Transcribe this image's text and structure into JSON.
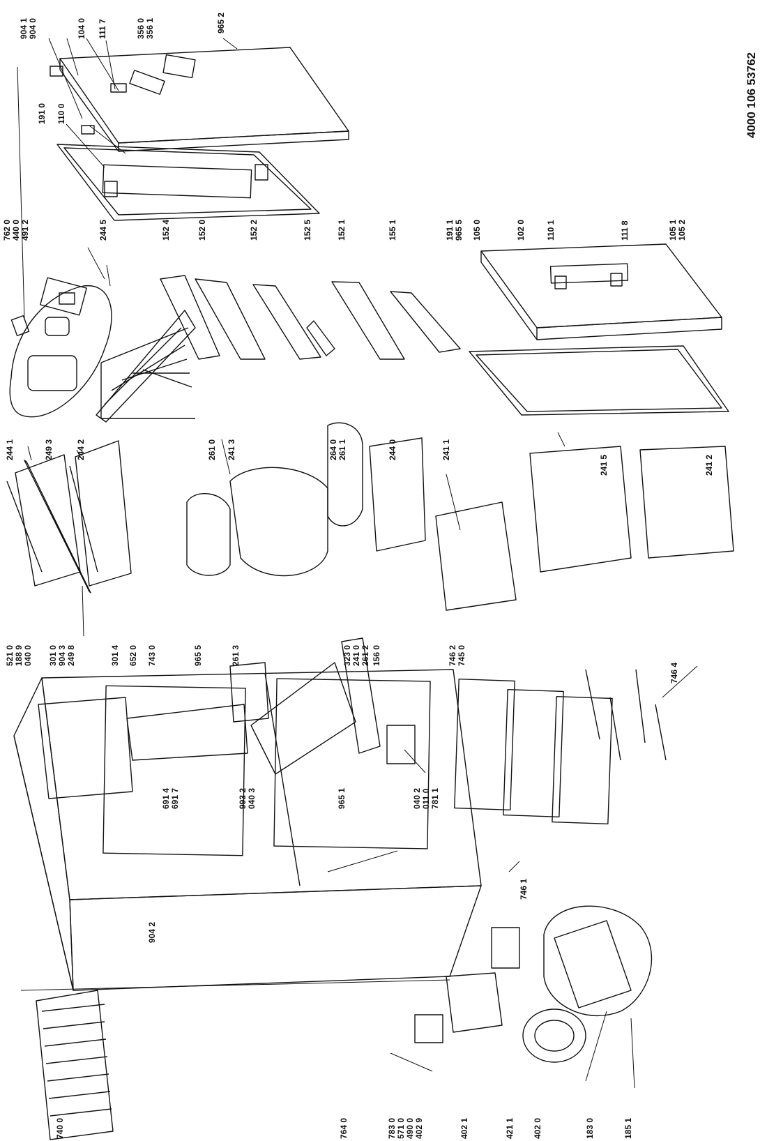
{
  "drawing_code": "4000 106 53762",
  "parts": [
    {
      "id": "p1",
      "code": "904 1"
    },
    {
      "id": "p2",
      "code": "904 0"
    },
    {
      "id": "p3",
      "code": "104 0"
    },
    {
      "id": "p4",
      "code": "111 7"
    },
    {
      "id": "p5",
      "code": "356 0"
    },
    {
      "id": "p6",
      "code": "356 1"
    },
    {
      "id": "p7",
      "code": "965 2"
    },
    {
      "id": "p8",
      "code": "191 0"
    },
    {
      "id": "p9",
      "code": "110 0"
    },
    {
      "id": "p10",
      "code": "762 0"
    },
    {
      "id": "p11",
      "code": "440 0"
    },
    {
      "id": "p12",
      "code": "491 2"
    },
    {
      "id": "p13",
      "code": "244 5"
    },
    {
      "id": "p14",
      "code": "152 4"
    },
    {
      "id": "p15",
      "code": "152 0"
    },
    {
      "id": "p16",
      "code": "152 2"
    },
    {
      "id": "p17",
      "code": "152 5"
    },
    {
      "id": "p18",
      "code": "152 1"
    },
    {
      "id": "p19",
      "code": "155 1"
    },
    {
      "id": "p20",
      "code": "191 1"
    },
    {
      "id": "p21",
      "code": "965 5"
    },
    {
      "id": "p22",
      "code": "105 0"
    },
    {
      "id": "p23",
      "code": "102 0"
    },
    {
      "id": "p24",
      "code": "110 1"
    },
    {
      "id": "p25",
      "code": "111 8"
    },
    {
      "id": "p26",
      "code": "105 1"
    },
    {
      "id": "p27",
      "code": "105 2"
    },
    {
      "id": "p28",
      "code": "244 1"
    },
    {
      "id": "p29",
      "code": "249 3"
    },
    {
      "id": "p30",
      "code": "244 2"
    },
    {
      "id": "p31",
      "code": "261 0"
    },
    {
      "id": "p32",
      "code": "241 3"
    },
    {
      "id": "p33",
      "code": "264 0"
    },
    {
      "id": "p34",
      "code": "261 1"
    },
    {
      "id": "p35",
      "code": "244 0"
    },
    {
      "id": "p36",
      "code": "241 1"
    },
    {
      "id": "p37",
      "code": "241 5"
    },
    {
      "id": "p38",
      "code": "241 2"
    },
    {
      "id": "p39",
      "code": "521 0"
    },
    {
      "id": "p40",
      "code": "188 9"
    },
    {
      "id": "p41",
      "code": "040 0"
    },
    {
      "id": "p42",
      "code": "301 0"
    },
    {
      "id": "p43",
      "code": "904 3"
    },
    {
      "id": "p44",
      "code": "249 8"
    },
    {
      "id": "p45",
      "code": "301 4"
    },
    {
      "id": "p46",
      "code": "652 0"
    },
    {
      "id": "p47",
      "code": "743 0"
    },
    {
      "id": "p48",
      "code": "965 5"
    },
    {
      "id": "p49",
      "code": "261 3"
    },
    {
      "id": "p50",
      "code": "323 0"
    },
    {
      "id": "p51",
      "code": "241 0"
    },
    {
      "id": "p52",
      "code": "261 2"
    },
    {
      "id": "p53",
      "code": "156 0"
    },
    {
      "id": "p54",
      "code": "746 2"
    },
    {
      "id": "p55",
      "code": "745 0"
    },
    {
      "id": "p56",
      "code": "746 4"
    },
    {
      "id": "p57",
      "code": "691 4"
    },
    {
      "id": "p58",
      "code": "691 7"
    },
    {
      "id": "p59",
      "code": "993 2"
    },
    {
      "id": "p60",
      "code": "040 3"
    },
    {
      "id": "p61",
      "code": "965 1"
    },
    {
      "id": "p62",
      "code": "040 2"
    },
    {
      "id": "p63",
      "code": "011 0"
    },
    {
      "id": "p64",
      "code": "781 1"
    },
    {
      "id": "p65",
      "code": "904 2"
    },
    {
      "id": "p66",
      "code": "746 1"
    },
    {
      "id": "p67",
      "code": "740 0"
    },
    {
      "id": "p68",
      "code": "764 0"
    },
    {
      "id": "p69",
      "code": "783 0"
    },
    {
      "id": "p70",
      "code": "571 0"
    },
    {
      "id": "p71",
      "code": "490 0"
    },
    {
      "id": "p72",
      "code": "402 9"
    },
    {
      "id": "p73",
      "code": "402 1"
    },
    {
      "id": "p74",
      "code": "421 1"
    },
    {
      "id": "p75",
      "code": "402 0"
    },
    {
      "id": "p76",
      "code": "183 0"
    },
    {
      "id": "p77",
      "code": "185 1"
    }
  ]
}
